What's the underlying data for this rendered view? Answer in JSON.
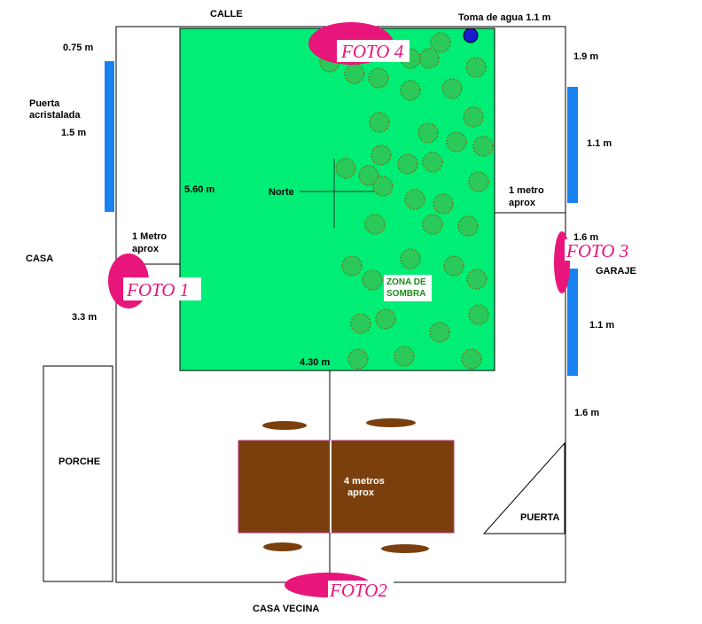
{
  "labels": {
    "calle": "CALLE",
    "toma_agua": "Toma de agua 1.1 m",
    "dim_075": "0.75 m",
    "puerta_acristalada_1": "Puerta",
    "puerta_acristalada_2": "acristalada",
    "dim_15": "1.5 m",
    "casa": "CASA",
    "metro_aprox_left_1": "1 Metro",
    "metro_aprox_left_2": "aprox",
    "dim_33": "3.3 m",
    "dim_560": "5.60 m",
    "norte": "Norte",
    "dim_430": "4.30 m",
    "zona_sombra_1": "ZONA DE",
    "zona_sombra_2": "SOMBRA",
    "dim_19": "1.9 m",
    "dim_11_top": "1.1 m",
    "metro_aprox_right_1": "1 metro",
    "metro_aprox_right_2": "aprox",
    "dim_16_mid": "1.6 m",
    "garaje": "GARAJE",
    "dim_11_bottom": "1.1 m",
    "dim_16_bottom": "1.6 m",
    "porche": "PORCHE",
    "metros_aprox_1": "4 metros",
    "metros_aprox_2": "aprox",
    "puerta": "PUERTA",
    "casa_vecina": "CASA VECINA"
  },
  "photos": {
    "foto1": "FOTO 1",
    "foto2": "FOTO2",
    "foto3": "FOTO 3",
    "foto4": "FOTO 4"
  },
  "colors": {
    "lawn": "#00ee76",
    "door": "#1883f0",
    "photo_marker": "#e8157a",
    "table": "#7a3f0c",
    "water_tap": "#1a1ad0"
  }
}
